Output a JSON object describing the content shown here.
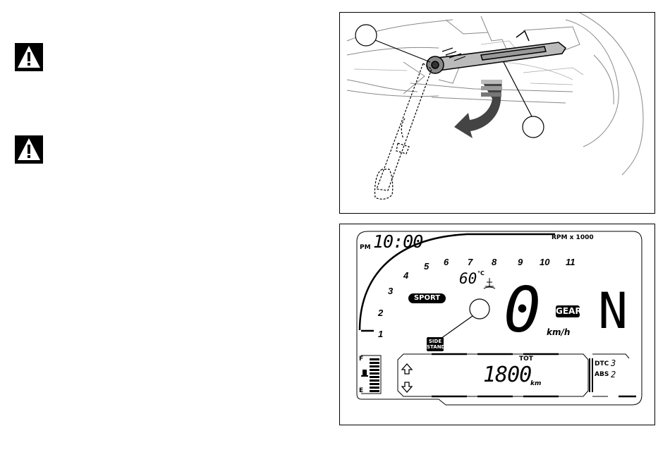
{
  "warnings": [
    {
      "icon": "warning-triangle-icon"
    },
    {
      "icon": "warning-triangle-icon"
    }
  ],
  "figure_top": {
    "description_icon": "side-stand-illustration",
    "callout_circles": 2
  },
  "dashboard": {
    "rpm_label": "RPM x 1000",
    "pm_label": "PM",
    "clock": "10:00",
    "rpm_ticks": [
      "1",
      "2",
      "3",
      "4",
      "5",
      "6",
      "7",
      "8",
      "9",
      "10",
      "11"
    ],
    "temperature": "60",
    "temperature_unit": "°C",
    "sport_label": "SPORT",
    "speed": "0",
    "speed_unit": "km/h",
    "gear_label": "GEAR",
    "gear_value": "N",
    "side_stand_line1": "SIDE",
    "side_stand_line2": "STAND",
    "tot_label": "TOT",
    "odometer": "1800",
    "odometer_unit": "km",
    "fuel_full": "F",
    "fuel_empty": "E",
    "dtc_label": "DTC",
    "dtc_value": "3",
    "abs_label": "ABS",
    "abs_value": "2"
  }
}
